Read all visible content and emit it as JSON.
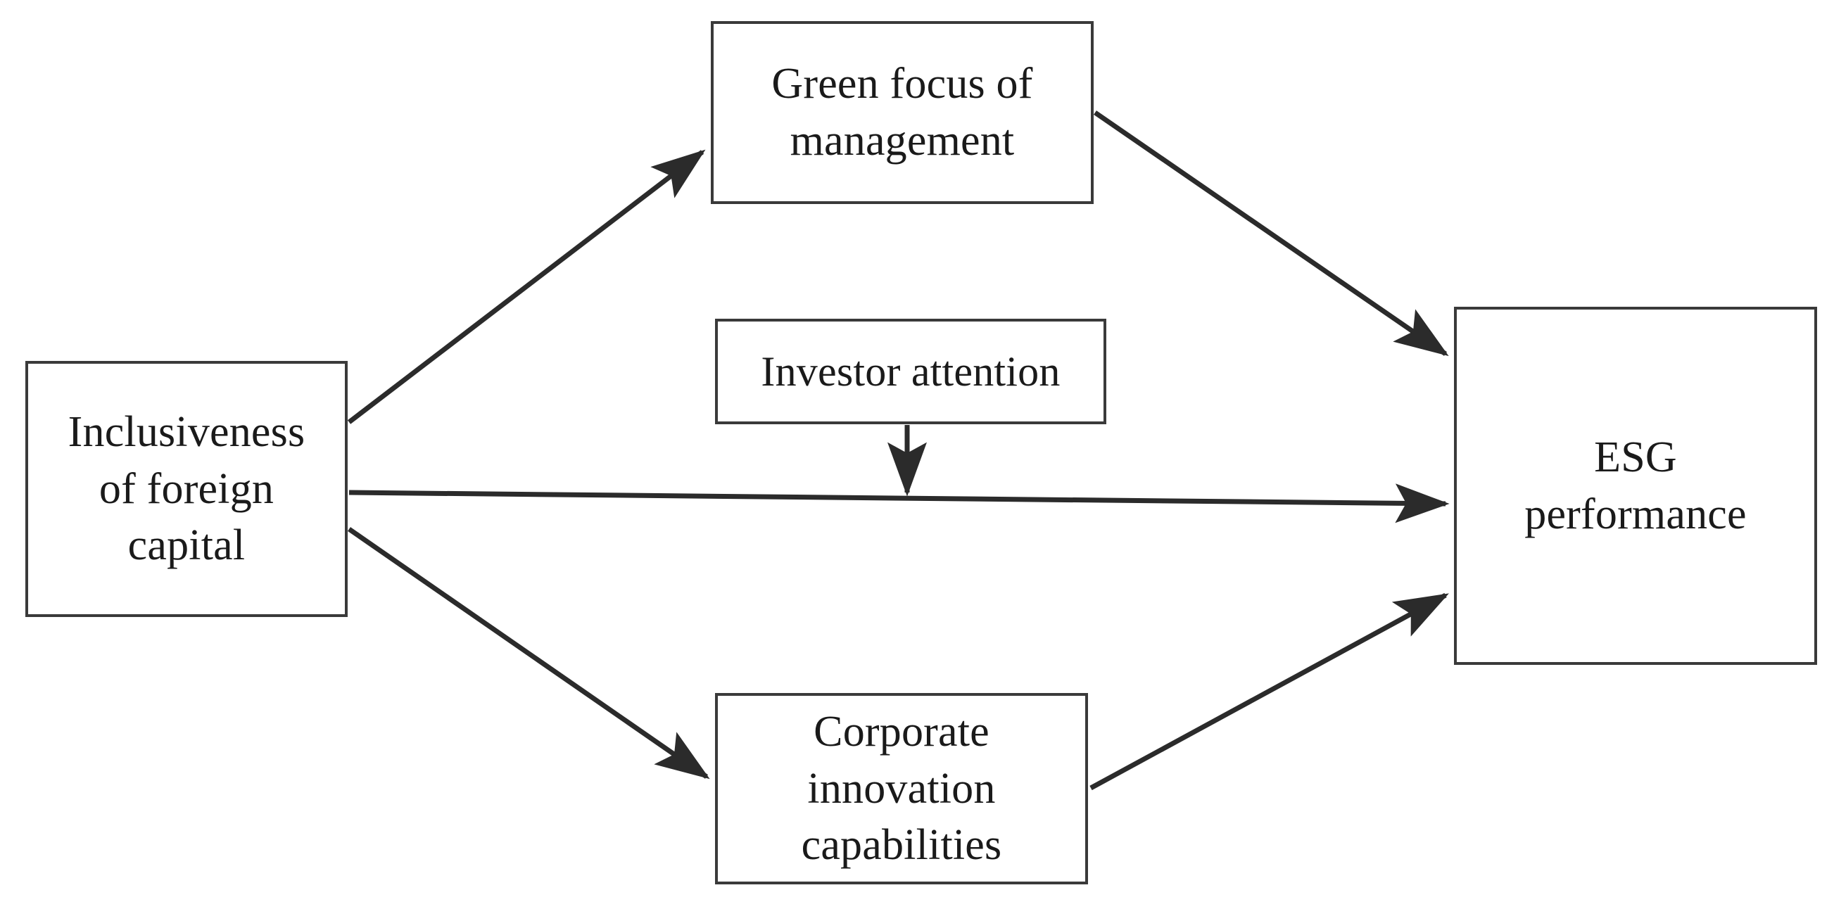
{
  "diagram": {
    "type": "conceptual-mediation-model",
    "background_color": "#ffffff",
    "line_color": "#2b2b2b",
    "box_border_color": "#3a3a3a",
    "text_color": "#1a1a1a",
    "nodes": [
      {
        "id": "inclusiveness",
        "label": "Inclusiveness\nof foreign\ncapital",
        "role": "independent-variable"
      },
      {
        "id": "green_focus",
        "label": "Green focus of\nmanagement",
        "role": "mediator"
      },
      {
        "id": "investor",
        "label": "Investor attention",
        "role": "moderator"
      },
      {
        "id": "corporate",
        "label": "Corporate\ninnovation\ncapabilities",
        "role": "mediator"
      },
      {
        "id": "esg",
        "label": "ESG\nperformance",
        "role": "dependent-variable"
      }
    ],
    "edges": [
      {
        "from": "inclusiveness",
        "to": "green_focus",
        "style": "solid",
        "arrow": "end"
      },
      {
        "from": "green_focus",
        "to": "esg",
        "style": "solid",
        "arrow": "end"
      },
      {
        "from": "inclusiveness",
        "to": "esg",
        "style": "solid",
        "arrow": "end"
      },
      {
        "from": "inclusiveness",
        "to": "corporate",
        "style": "solid",
        "arrow": "end"
      },
      {
        "from": "corporate",
        "to": "esg",
        "style": "solid",
        "arrow": "end"
      },
      {
        "from": "investor",
        "to": "inclusiveness_esg_path",
        "style": "solid",
        "arrow": "end"
      }
    ]
  }
}
